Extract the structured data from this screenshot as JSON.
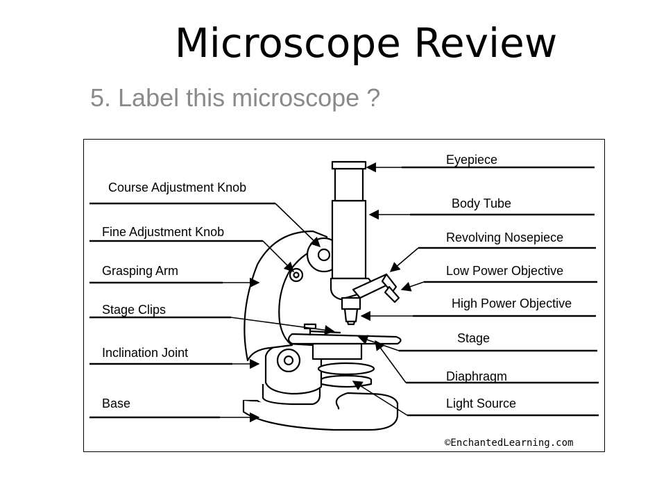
{
  "slide": {
    "title": "Microscope Review",
    "subtitle": "5. Label this microscope ?"
  },
  "diagram": {
    "left_labels": [
      "Course Adjustment Knob",
      "Fine Adjustment Knob",
      "Grasping Arm",
      "Stage Clips",
      "Inclination Joint",
      "Base"
    ],
    "right_labels": [
      "Eyepiece",
      "Body Tube",
      "Revolving Nosepiece",
      "Low Power Objective",
      "High Power Objective",
      "Stage",
      "Diaphragm",
      "Light Source"
    ],
    "copyright": "©EnchantedLearning.com"
  }
}
